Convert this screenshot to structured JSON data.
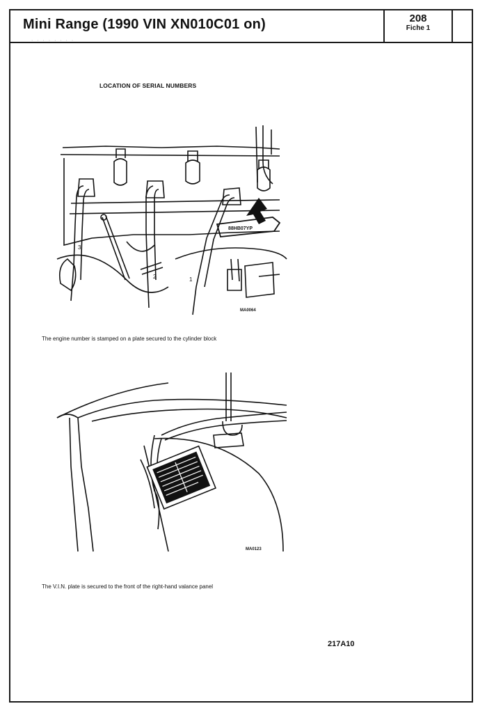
{
  "header": {
    "title": "Mini Range (1990 VIN XN010C01 on)",
    "section_code": "208",
    "fiche": "Fiche 1"
  },
  "section": {
    "title": "LOCATION OF SERIAL NUMBERS"
  },
  "figures": [
    {
      "ref": "MA0064",
      "plate_text": "88HB07YP",
      "lead_numbers": [
        "3",
        "2",
        "1"
      ],
      "caption": "The engine number is stamped on a plate secured to the cylinder block"
    },
    {
      "ref": "MA0123",
      "caption": "The V.I.N. plate is secured to the front of the right-hand valance panel"
    }
  ],
  "page_code": "217A10",
  "icons": {
    "arrow": "arrow-icon"
  }
}
